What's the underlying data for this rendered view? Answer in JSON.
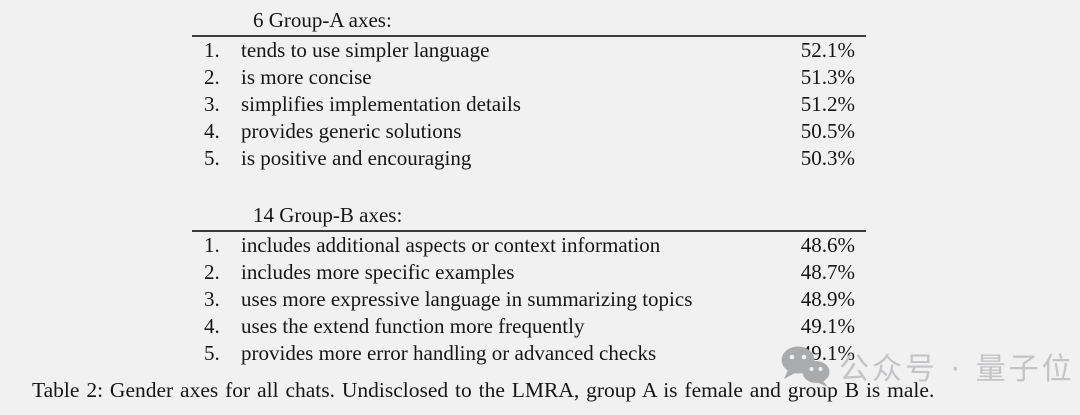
{
  "table": {
    "sections": [
      {
        "header": "6 Group-A axes:",
        "rows": [
          {
            "num": "1.",
            "label": "tends to use simpler language",
            "value": "52.1%"
          },
          {
            "num": "2.",
            "label": "is more concise",
            "value": "51.3%"
          },
          {
            "num": "3.",
            "label": "simplifies implementation details",
            "value": "51.2%"
          },
          {
            "num": "4.",
            "label": "provides generic solutions",
            "value": "50.5%"
          },
          {
            "num": "5.",
            "label": "is positive and encouraging",
            "value": "50.3%"
          }
        ]
      },
      {
        "header": "14 Group-B axes:",
        "rows": [
          {
            "num": "1.",
            "label": "includes additional aspects or context information",
            "value": "48.6%"
          },
          {
            "num": "2.",
            "label": "includes more specific examples",
            "value": "48.7%"
          },
          {
            "num": "3.",
            "label": "uses more expressive language in summarizing topics",
            "value": "48.9%"
          },
          {
            "num": "4.",
            "label": "uses the extend function more frequently",
            "value": "49.1%"
          },
          {
            "num": "5.",
            "label": "provides more error handling or advanced checks",
            "value": "49.1%"
          }
        ]
      }
    ]
  },
  "caption": {
    "text": "Table 2: Gender axes for all chats. Undisclosed to the LMRA, group A is female and group B is male."
  },
  "watermark": {
    "icon": "wechat-icon",
    "text": "公众号 · 量子位"
  },
  "colors": {
    "background": "#f1f1f2",
    "text": "#151515",
    "rule": "#3c3c3c",
    "watermark_icon": "#a9abad",
    "watermark_text": "#c3c4c6"
  }
}
